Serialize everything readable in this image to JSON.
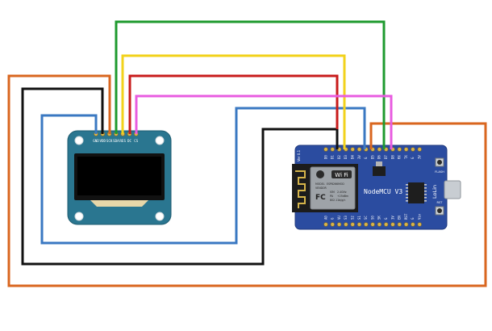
{
  "oled": {
    "pins": [
      "GND",
      "VDD",
      "SCK",
      "SDA",
      "RES",
      "DC",
      "CS"
    ]
  },
  "nodemcu": {
    "title": "NodeMCU V3",
    "version": "Ver 0.1",
    "brand": "LoLin",
    "flash_label": "FLASH",
    "rst_label": "RST",
    "top_pins": [
      "D0",
      "D1",
      "D2",
      "D3",
      "D4",
      "3V",
      "G",
      "D5",
      "D6",
      "D7",
      "D8",
      "RX",
      "TX",
      "G",
      "3V"
    ],
    "bottom_pins": [
      "A0",
      "G",
      "VU",
      "S3",
      "S2",
      "S1",
      "SC",
      "S0",
      "SK",
      "G",
      "3V",
      "EN",
      "RST",
      "G",
      "Vin"
    ],
    "module": {
      "wifi_logo": "Wi Fi",
      "model": "MODEL",
      "vendor": "VENDOR",
      "chip": "ESP8266MOD",
      "ism": "ISM",
      "ism_value": "2.4GHz",
      "pa": "PA",
      "pa_value": "+25dBm",
      "standard": "802.11b/g/n",
      "fcc": "FC"
    }
  },
  "wires": [
    {
      "name": "wire-vcc-orange",
      "color": "#d9661f"
    },
    {
      "name": "wire-gnd-black",
      "color": "#111111"
    },
    {
      "name": "wire-sck-blue",
      "color": "#3a78c2"
    },
    {
      "name": "wire-sda-black",
      "color": "#111111"
    },
    {
      "name": "wire-res-green",
      "color": "#1e9a2e"
    },
    {
      "name": "wire-dc-yellow",
      "color": "#f2d21b"
    },
    {
      "name": "wire-cs-red",
      "color": "#c81b1b"
    },
    {
      "name": "wire-mosi-magenta",
      "color": "#e85ce0"
    }
  ]
}
